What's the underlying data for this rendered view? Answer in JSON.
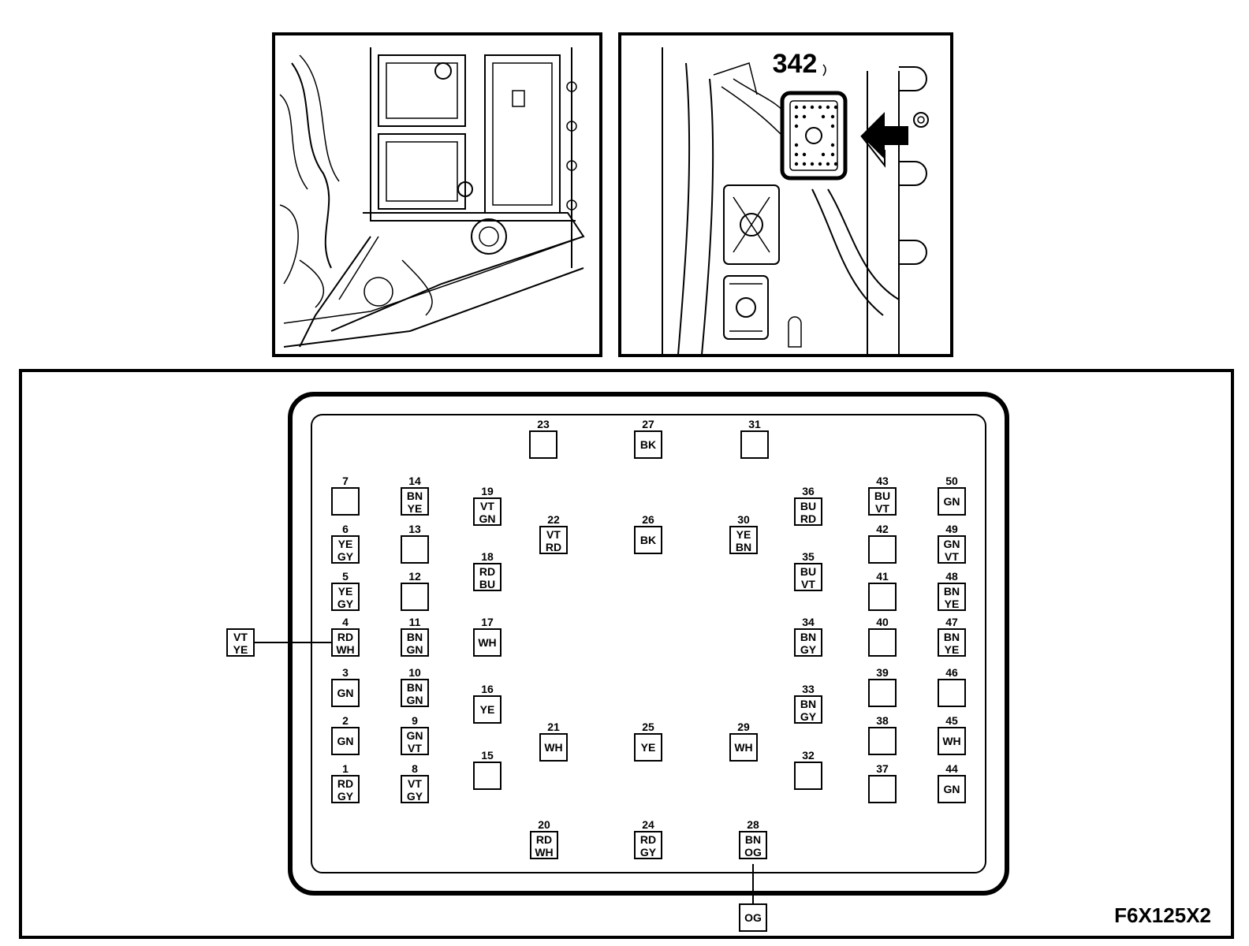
{
  "figure_code": "F6X125X2",
  "callout_label": "342",
  "external_wires": [
    {
      "pin_ref": "4",
      "label": [
        "VT",
        "YE"
      ],
      "side": "left"
    },
    {
      "pin_ref": "28",
      "label": [
        "OG"
      ],
      "side": "bottom"
    }
  ],
  "pins": [
    {
      "n": "1",
      "c": [
        "RD",
        "GY"
      ]
    },
    {
      "n": "2",
      "c": [
        "GN"
      ]
    },
    {
      "n": "3",
      "c": [
        "GN"
      ]
    },
    {
      "n": "4",
      "c": [
        "RD",
        "WH"
      ]
    },
    {
      "n": "5",
      "c": [
        "YE",
        "GY"
      ]
    },
    {
      "n": "6",
      "c": [
        "YE",
        "GY"
      ]
    },
    {
      "n": "7",
      "c": []
    },
    {
      "n": "8",
      "c": [
        "VT",
        "GY"
      ]
    },
    {
      "n": "9",
      "c": [
        "GN",
        "VT"
      ]
    },
    {
      "n": "10",
      "c": [
        "BN",
        "GN"
      ]
    },
    {
      "n": "11",
      "c": [
        "BN",
        "GN"
      ]
    },
    {
      "n": "12",
      "c": []
    },
    {
      "n": "13",
      "c": []
    },
    {
      "n": "14",
      "c": [
        "BN",
        "YE"
      ]
    },
    {
      "n": "15",
      "c": []
    },
    {
      "n": "16",
      "c": [
        "YE"
      ]
    },
    {
      "n": "17",
      "c": [
        "WH"
      ]
    },
    {
      "n": "18",
      "c": [
        "RD",
        "BU"
      ]
    },
    {
      "n": "19",
      "c": [
        "VT",
        "GN"
      ]
    },
    {
      "n": "20",
      "c": [
        "RD",
        "WH"
      ]
    },
    {
      "n": "21",
      "c": [
        "WH"
      ]
    },
    {
      "n": "22",
      "c": [
        "VT",
        "RD"
      ]
    },
    {
      "n": "23",
      "c": []
    },
    {
      "n": "24",
      "c": [
        "RD",
        "GY"
      ]
    },
    {
      "n": "25",
      "c": [
        "YE"
      ]
    },
    {
      "n": "26",
      "c": [
        "BK"
      ]
    },
    {
      "n": "27",
      "c": [
        "BK"
      ]
    },
    {
      "n": "28",
      "c": [
        "BN",
        "OG"
      ]
    },
    {
      "n": "29",
      "c": [
        "WH"
      ]
    },
    {
      "n": "30",
      "c": [
        "YE",
        "BN"
      ]
    },
    {
      "n": "31",
      "c": []
    },
    {
      "n": "32",
      "c": []
    },
    {
      "n": "33",
      "c": [
        "BN",
        "GY"
      ]
    },
    {
      "n": "34",
      "c": [
        "BN",
        "GY"
      ]
    },
    {
      "n": "35",
      "c": [
        "BU",
        "VT"
      ]
    },
    {
      "n": "36",
      "c": [
        "BU",
        "RD"
      ]
    },
    {
      "n": "37",
      "c": []
    },
    {
      "n": "38",
      "c": []
    },
    {
      "n": "39",
      "c": []
    },
    {
      "n": "40",
      "c": []
    },
    {
      "n": "41",
      "c": []
    },
    {
      "n": "42",
      "c": []
    },
    {
      "n": "43",
      "c": [
        "BU",
        "VT"
      ]
    },
    {
      "n": "44",
      "c": [
        "GN"
      ]
    },
    {
      "n": "45",
      "c": [
        "WH"
      ]
    },
    {
      "n": "46",
      "c": []
    },
    {
      "n": "47",
      "c": [
        "BN",
        "YE"
      ]
    },
    {
      "n": "48",
      "c": [
        "BN",
        "YE"
      ]
    },
    {
      "n": "49",
      "c": [
        "GN",
        "VT"
      ]
    },
    {
      "n": "50",
      "c": [
        "GN"
      ]
    }
  ]
}
